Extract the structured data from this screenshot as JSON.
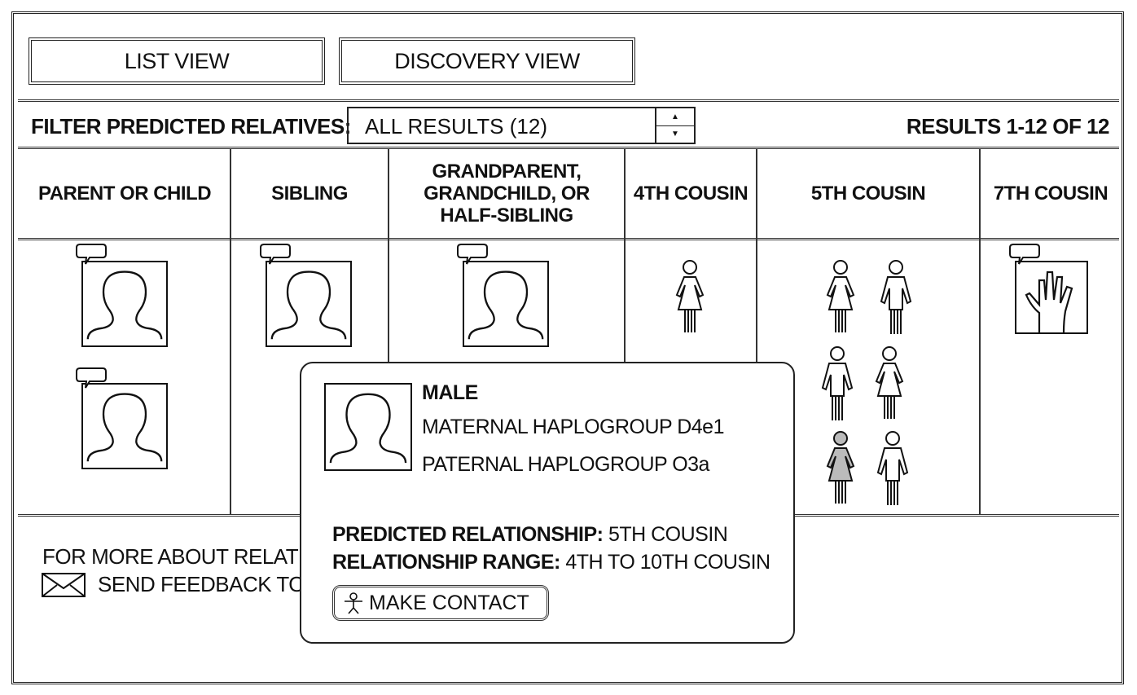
{
  "view_tabs": {
    "list_view": "LIST VIEW",
    "discovery_view": "DISCOVERY VIEW"
  },
  "filter": {
    "label": "FILTER PREDICTED RELATIVES:",
    "selected": "ALL RESULTS (12)"
  },
  "results_count": "RESULTS 1-12 OF 12",
  "columns": {
    "parent_child": "PARENT OR CHILD",
    "sibling": "SIBLING",
    "grandparent": "GRANDPARENT, GRANDCHILD, OR HALF-SIBLING",
    "fourth_cousin": "4TH COUSIN",
    "fifth_cousin": "5TH COUSIN",
    "seventh_cousin": "7TH COUSIN"
  },
  "popup": {
    "sex": "MALE",
    "maternal": "MATERNAL HAPLOGROUP D4e1",
    "paternal": "PATERNAL HAPLOGROUP O3a",
    "predicted_label": "PREDICTED RELATIONSHIP:",
    "predicted_value": "5TH COUSIN",
    "range_label": "RELATIONSHIP RANGE:",
    "range_value": "4TH TO 10TH COUSIN",
    "make_contact": "MAKE CONTACT"
  },
  "footer": {
    "more_about": "FOR MORE ABOUT RELATIV",
    "send_feedback": "SEND FEEDBACK TO"
  }
}
